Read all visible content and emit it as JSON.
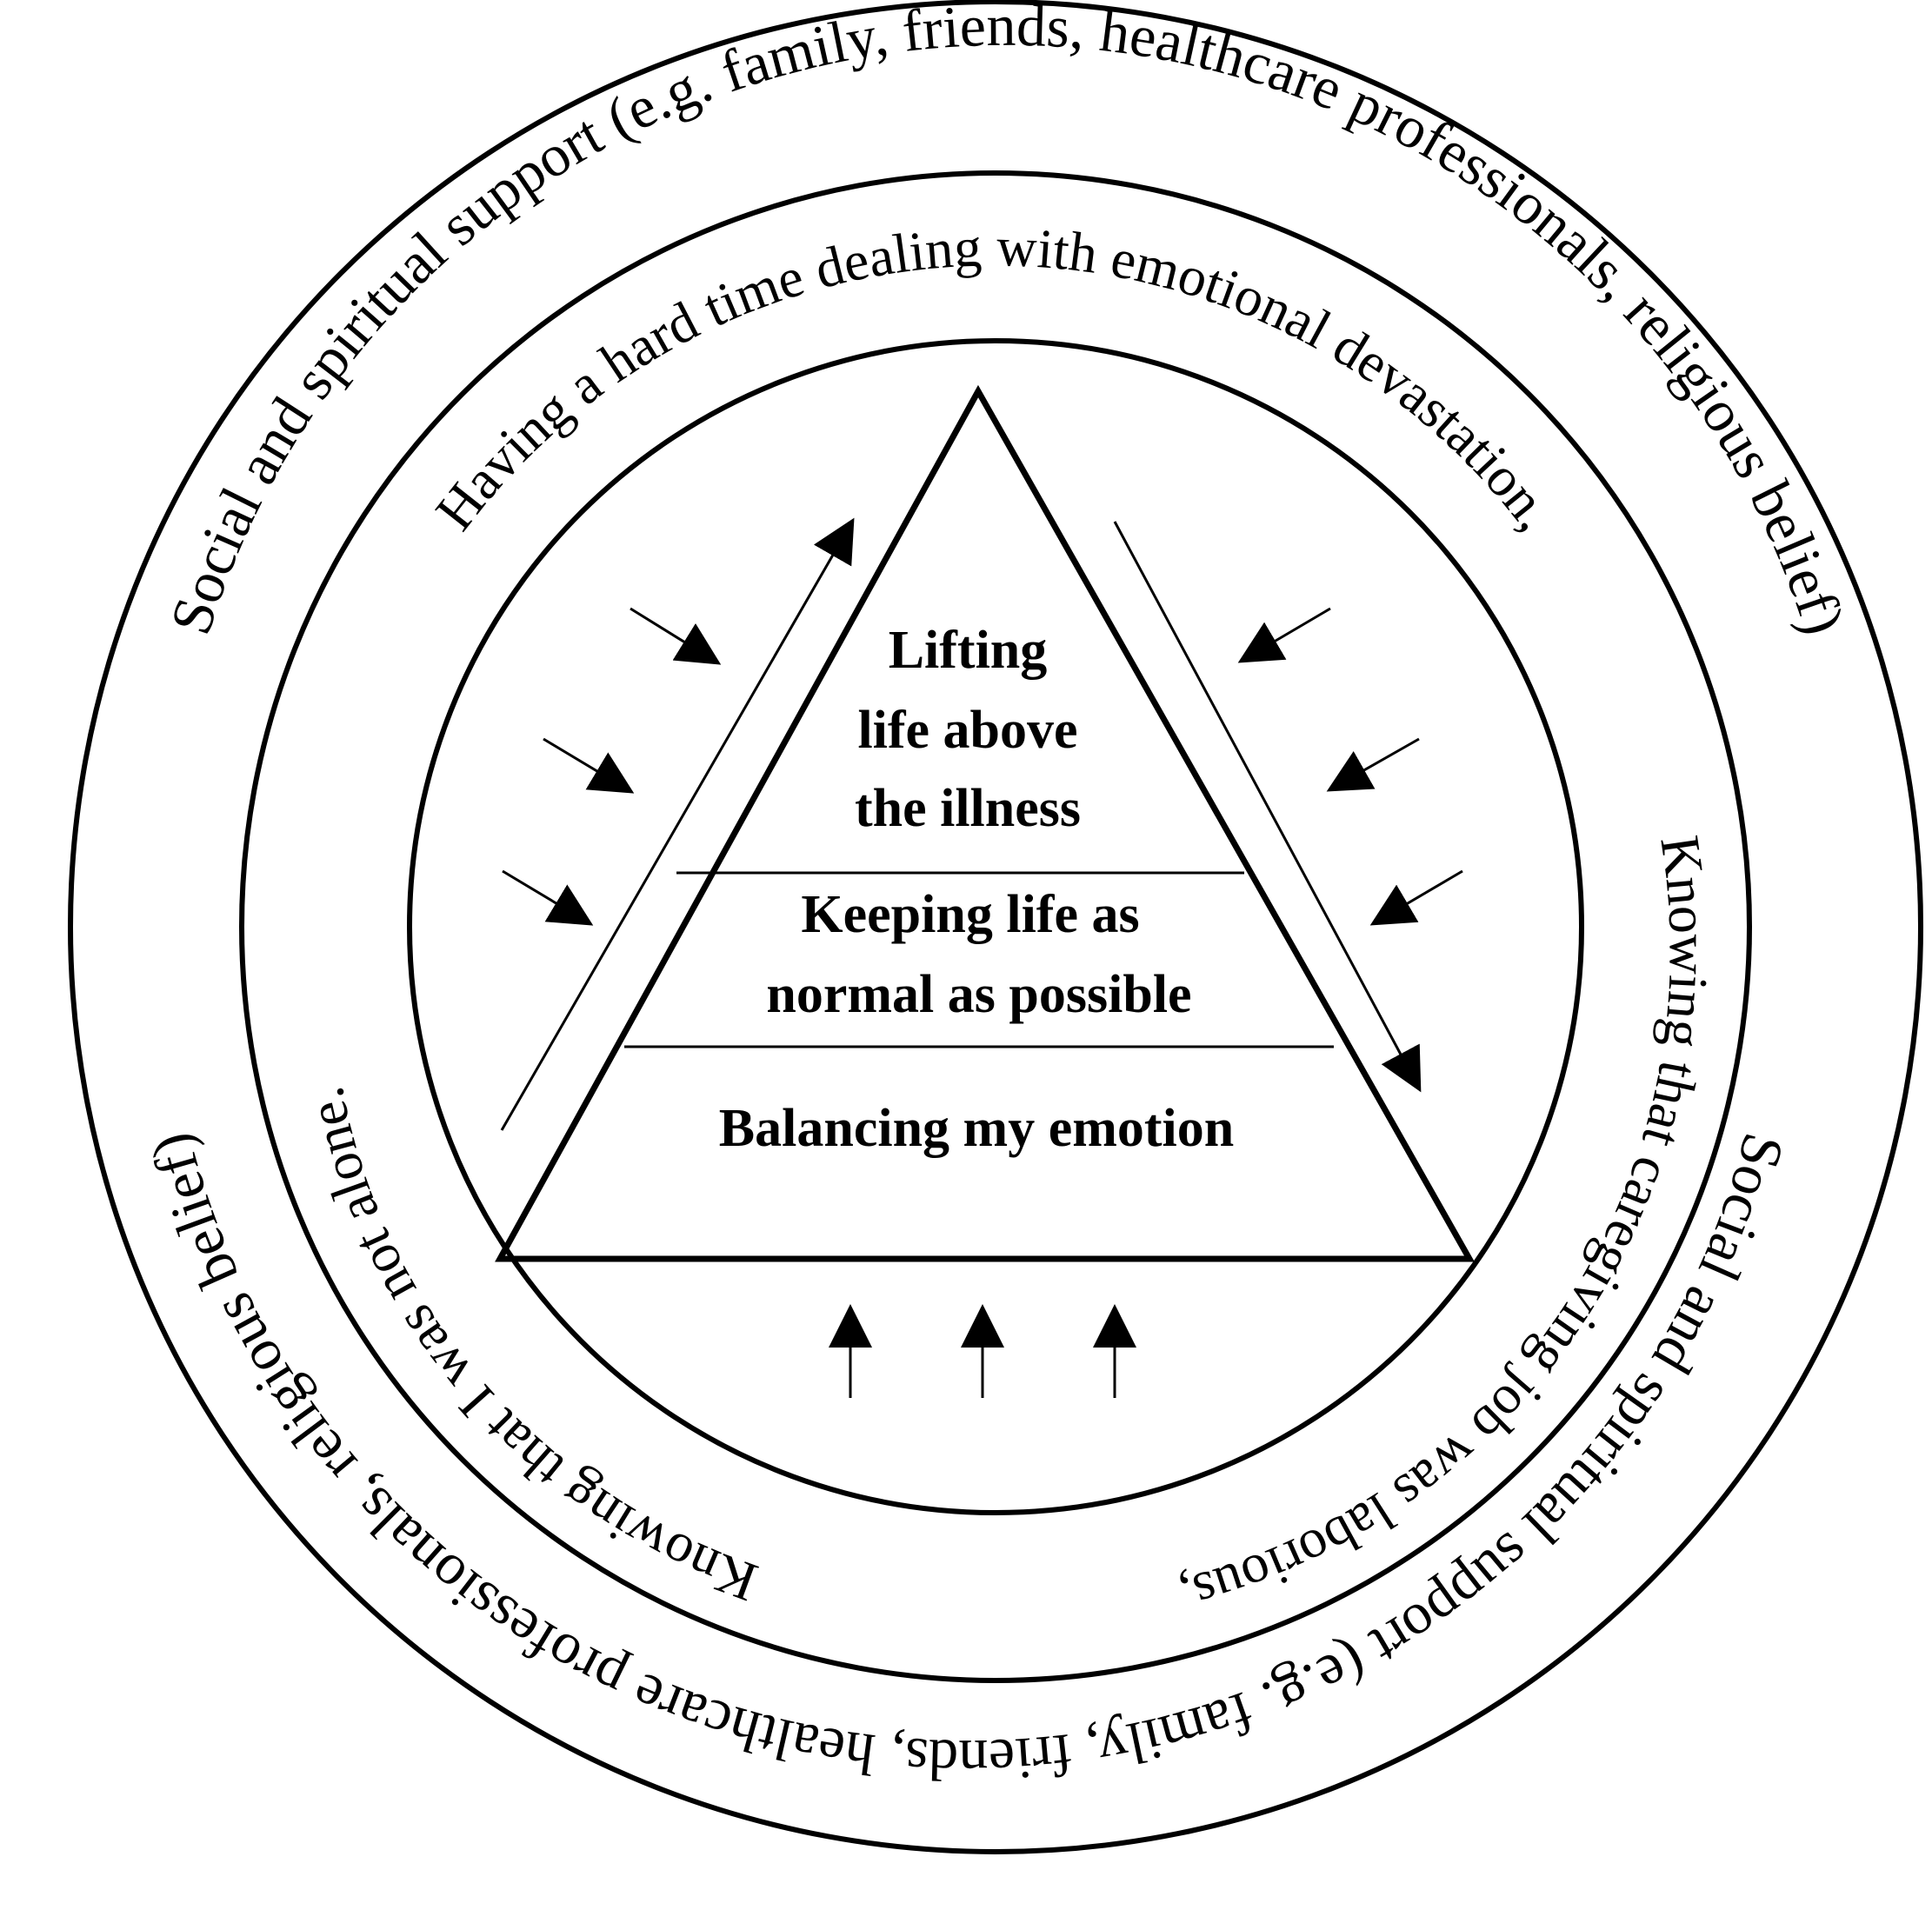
{
  "outer_ring": {
    "text_top": "Social and spiritual support  (e.g. family, friends, healthcare professionals,  religious belief)",
    "text_bottom": "Social and spiritual support  (e.g. family, friends, healthcare professionals, religious belief)"
  },
  "middle_ring": {
    "text_top": "Having a hard time dealing with emotional devastation,",
    "text_right": "Knowing that caregiving job was laborious,",
    "text_left": "Knowing that I was not alone."
  },
  "pyramid": {
    "top_line1": "Lifting",
    "top_line2": "life above",
    "top_line3": "the illness",
    "middle_line1": "Keeping  life as",
    "middle_line2": "normal as possible",
    "bottom": "Balancing my emotion"
  },
  "colors": {
    "line": "#000000",
    "background": "#ffffff"
  }
}
